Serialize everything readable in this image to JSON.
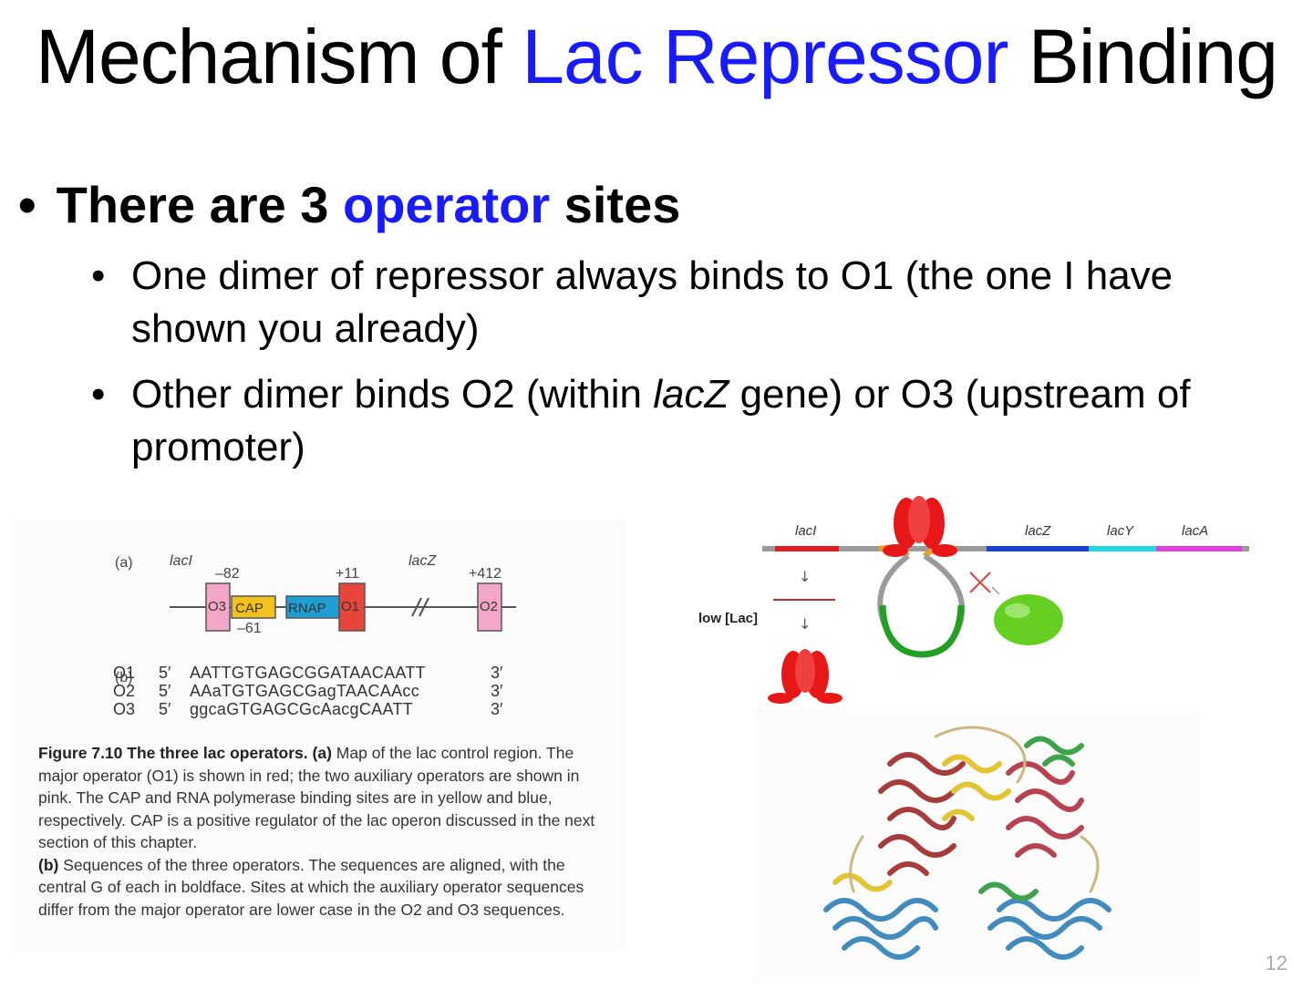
{
  "slide": {
    "title_pre": "Mechanism of ",
    "title_highlight": "Lac Repressor",
    "title_post": " Binding",
    "bullet1_pre": "There are 3 ",
    "bullet1_highlight": "operator",
    "bullet1_post": " sites",
    "sub1": "One dimer of repressor always binds to O1 (the one I have shown you already)",
    "sub2_pre": "Other dimer binds O2 (within ",
    "sub2_italic": "lacZ",
    "sub2_post": " gene) or O3 (upstream of promoter)",
    "page_number": "12",
    "bullet_char": "•"
  },
  "figure_left": {
    "part_a": "(a)",
    "part_b": "(b)",
    "labels": {
      "lacI": "lacI",
      "lacZ": "lacZ",
      "m82": "–82",
      "p11": "+11",
      "p412": "+412",
      "m61": "–61",
      "O3": "O3",
      "CAP": "CAP",
      "RNAP": "RNAP",
      "O1": "O1",
      "O2": "O2"
    },
    "sequences": [
      {
        "name": "O1",
        "five": "5′",
        "seq": "AATTGTGAGCGGATAACAATT",
        "three": "3′"
      },
      {
        "name": "O2",
        "five": "5′",
        "seq": "AAaTGTGAGCGagTAACAAcc",
        "three": "3′"
      },
      {
        "name": "O3",
        "five": "5′",
        "seq": "ggcaGTGAGCGcAacgCAATT",
        "three": "3′"
      }
    ],
    "caption_label": "Figure 7.10  The three lac operators.",
    "caption_a_label": "(a)",
    "caption_a": "Map of the lac control region. The major operator (O1) is shown in red; the two auxiliary operators are shown in pink. The CAP and RNA polymerase binding sites are in yellow and blue, respectively. CAP is a positive regulator of the lac operon discussed in the next section of this chapter.",
    "caption_b_label": "(b)",
    "caption_b": "Sequences of the three operators. The sequences are aligned, with the central G of each in boldface. Sites at which the auxiliary operator sequences differ from the major operator are lower case in the O2 and O3 sequences."
  },
  "figure_right": {
    "genes": [
      "lacI",
      "lacZ",
      "lacY",
      "lacA"
    ],
    "condition": "low [Lac]",
    "colors": {
      "lacI": "#e02020",
      "lacZ": "#1a3fdc",
      "lacY": "#20d8e0",
      "lacA": "#e040e0",
      "repressor": "#e81818",
      "loop": "#22a022",
      "polymerase": "#66d022"
    }
  }
}
